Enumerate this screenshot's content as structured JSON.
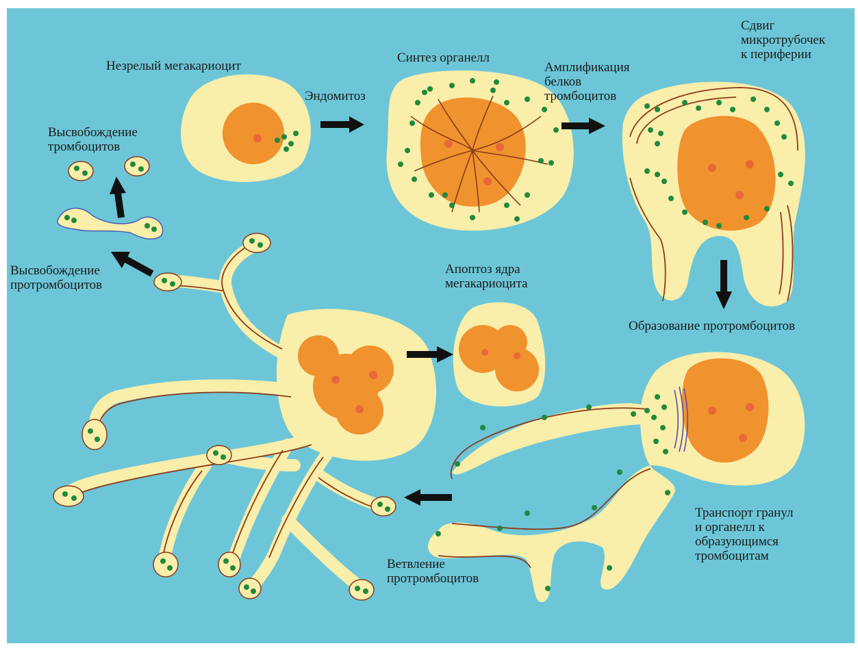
{
  "labels": {
    "immature": "Незрелый мегакариоцит",
    "endomitosis": "Эндомитоз",
    "organelle_synthesis": "Синтез органелл",
    "amplification": "Амплификация\nбелков\nтромбоцитов",
    "microtubule_shift": "Сдвиг\nмикротрубочек\nк периферии",
    "platelet_release": "Высвобождение\nтромбоцитов",
    "proplatelet_release": "Высвобождение\nпротромбоцитов",
    "apoptosis": "Апоптоз ядра\nмегакариоцита",
    "proplatelet_formation": "Образование протромбоцитов",
    "transport": "Транспорт гранул\nи органелл к\nобразующимся\nтромбоцитам",
    "branching": "Ветвление\nпротромбоцитов"
  },
  "colors": {
    "background": "#6cc6d8",
    "cytoplasm": "#f9eeaa",
    "nucleus": "#f0922e",
    "nucleolus": "#e8683a",
    "granule": "#1f8a3c",
    "microtubule": "#8b3a1a",
    "arrow": "#111111"
  }
}
